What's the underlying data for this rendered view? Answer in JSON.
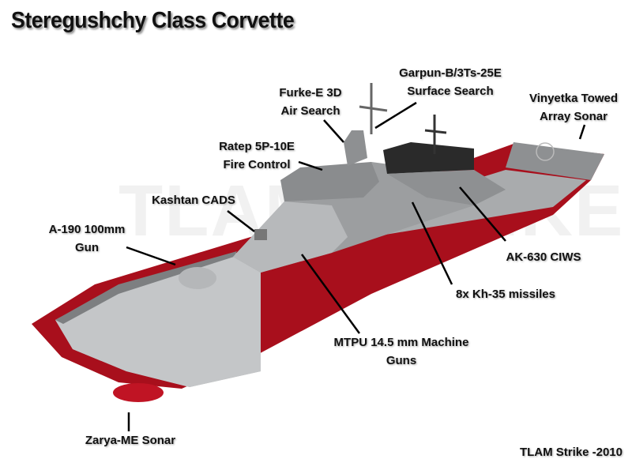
{
  "title": "Steregushchy Class Corvette",
  "watermark": "TLAM STRIKE",
  "credit": "TLAM Strike -2010",
  "labels": {
    "furke": [
      "Furke-E 3D",
      "Air Search"
    ],
    "garpun": [
      "Garpun-B/3Ts-25E",
      "Surface Search"
    ],
    "vinyetka": [
      "Vinyetka Towed",
      "Array Sonar"
    ],
    "ratep": [
      "Ratep 5P-10E",
      "Fire Control"
    ],
    "kashtan": [
      "Kashtan CADS"
    ],
    "a190": [
      "A-190 100mm",
      "Gun"
    ],
    "ak630": [
      "AK-630 CIWS"
    ],
    "kh35": [
      "8x Kh-35 missiles"
    ],
    "mtpu": [
      "MTPU 14.5 mm Machine",
      "Guns"
    ],
    "zarya": [
      "Zarya-ME Sonar"
    ]
  },
  "colors": {
    "hull_red": "#a80f1c",
    "gray": "#9a9c9e",
    "dark": "#2a2a2a"
  }
}
